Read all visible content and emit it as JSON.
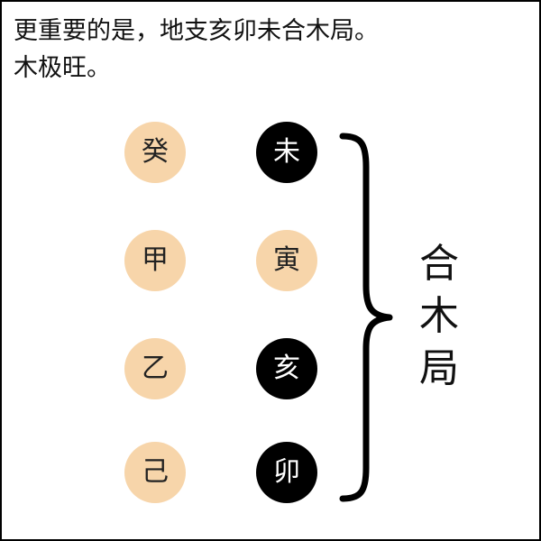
{
  "caption": {
    "line1": "更重要的是，地支亥卯未合木局。",
    "line2": "木极旺。"
  },
  "colors": {
    "light_circle": "#f7d5aa",
    "dark_circle": "#000000"
  },
  "stems": [
    "癸",
    "甲",
    "乙",
    "己"
  ],
  "branches": [
    {
      "char": "未",
      "style": "dark"
    },
    {
      "char": "寅",
      "style": "light"
    },
    {
      "char": "亥",
      "style": "dark"
    },
    {
      "char": "卯",
      "style": "dark"
    }
  ],
  "group_label": [
    "合",
    "木",
    "局"
  ]
}
